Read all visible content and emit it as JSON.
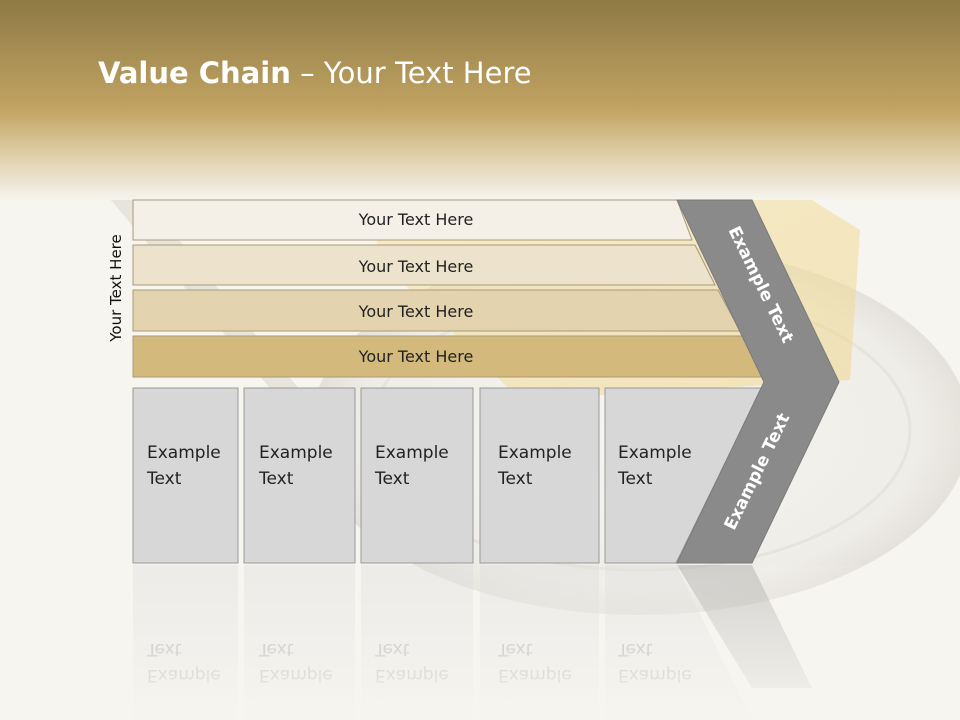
{
  "title": {
    "bold": "Value Chain",
    "rest": " – Your Text Here"
  },
  "side_label": "Your Text Here",
  "bars": [
    {
      "label": "Your Text Here",
      "color": "#f4f0e7"
    },
    {
      "label": "Your Text Here",
      "color": "#ede3cc"
    },
    {
      "label": "Your Text Here",
      "color": "#e3d3ae"
    },
    {
      "label": "Your Text Here",
      "color": "#d3b97c"
    }
  ],
  "boxes": [
    {
      "line1": "Example",
      "line2": "Text"
    },
    {
      "line1": "Example",
      "line2": "Text"
    },
    {
      "line1": "Example",
      "line2": "Text"
    },
    {
      "line1": "Example",
      "line2": "Text"
    },
    {
      "line1": "Example",
      "line2": "Text"
    }
  ],
  "chevron": {
    "top_text": "Example Text",
    "bottom_text": "Example Text",
    "color": "#8a8a8a"
  },
  "colors": {
    "header_top": "#8e7a45",
    "header_mid": "#c5a765",
    "box_fill": "#d7d7d7"
  }
}
